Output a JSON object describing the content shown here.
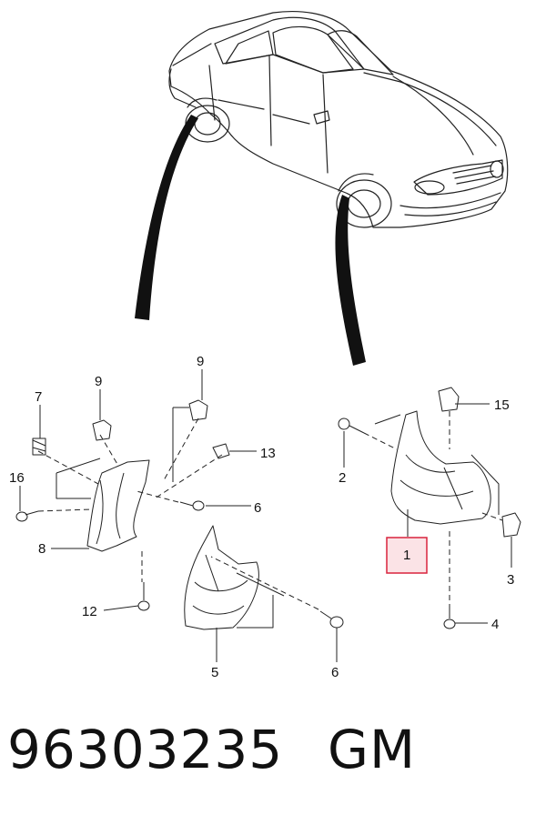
{
  "callouts": {
    "c7": "7",
    "c9a": "9",
    "c9b": "9",
    "c13": "13",
    "c16": "16",
    "c6a": "6",
    "c8": "8",
    "c12": "12",
    "c5": "5",
    "c6b": "6",
    "c15": "15",
    "c2": "2",
    "c1": "1",
    "c3": "3",
    "c4": "4"
  },
  "highlight_color": "#d9233d",
  "footer": {
    "part_number": "96303235",
    "brand": "GM"
  }
}
